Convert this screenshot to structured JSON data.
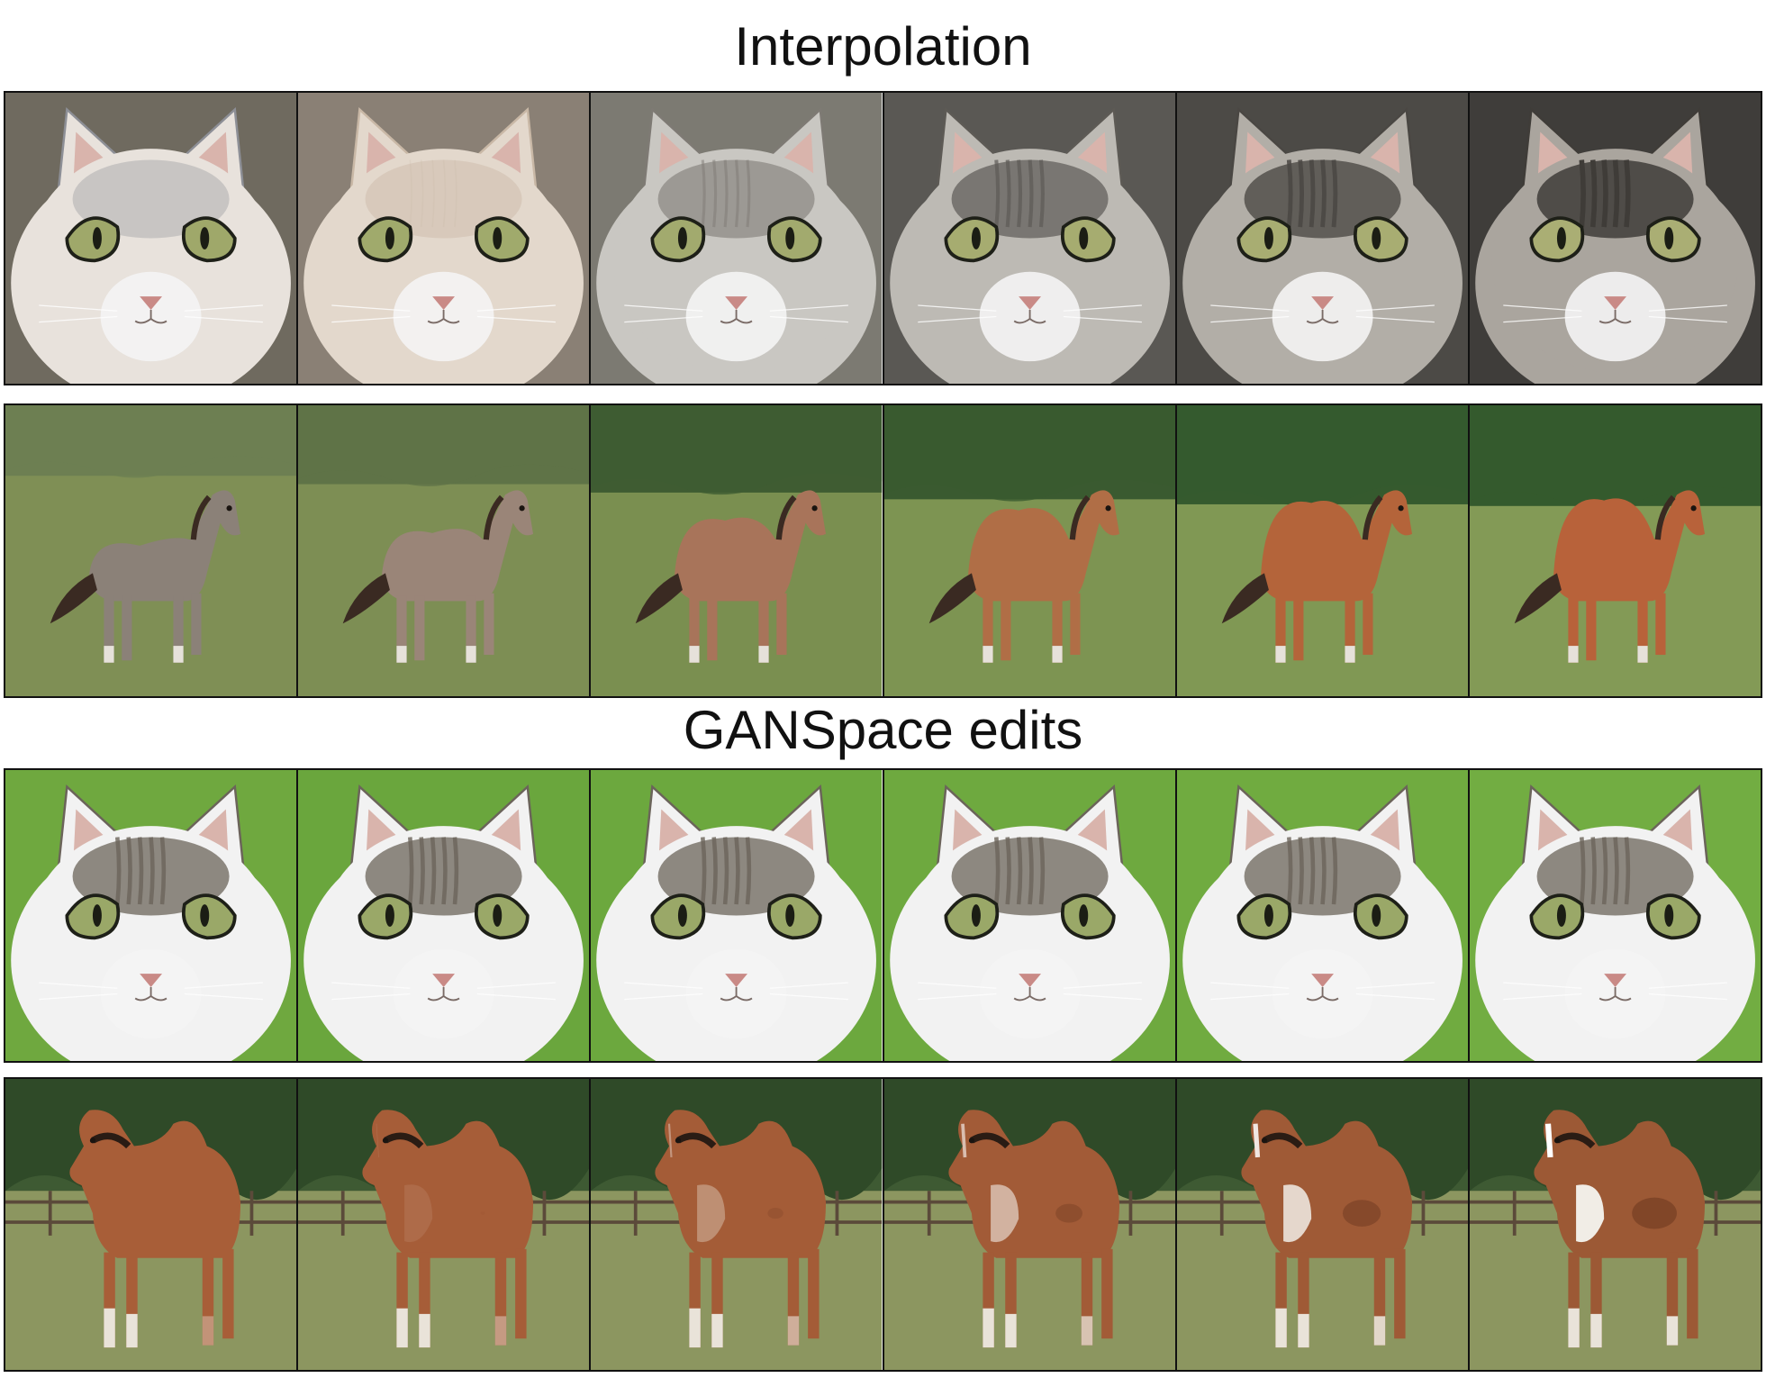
{
  "headings": {
    "interpolation": "Interpolation",
    "ganspace": "GANSpace edits"
  },
  "rows": [
    {
      "name": "cat-interpolation",
      "kind": "cat",
      "frames": [
        {
          "bg": "#6f6a5f",
          "fur": "#e8e2dc",
          "mark": "#8d8f96",
          "stripes": 0,
          "eye": "#9fa86a"
        },
        {
          "bg": "#8a8075",
          "fur": "#e3d8cc",
          "mark": "#c9b8a6",
          "stripes": 0.2,
          "eye": "#a0aa6c"
        },
        {
          "bg": "#7c7a72",
          "fur": "#c9c7c2",
          "mark": "#7e7a74",
          "stripes": 0.5,
          "eye": "#a2aa6e"
        },
        {
          "bg": "#5a5854",
          "fur": "#bdbab4",
          "mark": "#5d5a55",
          "stripes": 0.7,
          "eye": "#a6ac70"
        },
        {
          "bg": "#4c4a46",
          "fur": "#b2aea7",
          "mark": "#4a4743",
          "stripes": 0.85,
          "eye": "#a8ad72"
        },
        {
          "bg": "#3f3d3a",
          "fur": "#aaa59e",
          "mark": "#3f3c38",
          "stripes": 1,
          "eye": "#aaae74"
        }
      ]
    },
    {
      "name": "horse-interpolation",
      "kind": "horse",
      "frames": [
        {
          "sky": "#6d7f52",
          "grass": "#7f8f55",
          "body": "#8b8178",
          "hump": 0.1
        },
        {
          "sky": "#5f7347",
          "grass": "#7d8e54",
          "body": "#9a8578",
          "hump": 0.35
        },
        {
          "sky": "#3f5c32",
          "grass": "#7a8f50",
          "body": "#a8745a",
          "hump": 0.6
        },
        {
          "sky": "#3a5a30",
          "grass": "#7d9452",
          "body": "#b06e46",
          "hump": 0.8
        },
        {
          "sky": "#355a2e",
          "grass": "#809854",
          "body": "#b4643a",
          "hump": 0.95
        },
        {
          "sky": "#345a2d",
          "grass": "#839a56",
          "body": "#b8623a",
          "hump": 1
        }
      ]
    },
    {
      "name": "cat-ganspace",
      "kind": "cat",
      "frames": [
        {
          "bg": "#6fa83f",
          "fur": "#f2f2f2",
          "mark": "#6b645a",
          "stripes": 0.8,
          "eye": "#9aa868"
        },
        {
          "bg": "#6aa63d",
          "fur": "#f2f2f2",
          "mark": "#6b645a",
          "stripes": 0.8,
          "eye": "#9aa868"
        },
        {
          "bg": "#6ca83e",
          "fur": "#f2f2f2",
          "mark": "#6b645a",
          "stripes": 0.8,
          "eye": "#9aa868"
        },
        {
          "bg": "#6ea93f",
          "fur": "#f2f2f2",
          "mark": "#6b645a",
          "stripes": 0.8,
          "eye": "#9aa868"
        },
        {
          "bg": "#70ab40",
          "fur": "#f2f2f2",
          "mark": "#6b645a",
          "stripes": 0.8,
          "eye": "#9aa868"
        },
        {
          "bg": "#72ad42",
          "fur": "#f2f2f2",
          "mark": "#6b645a",
          "stripes": 0.8,
          "eye": "#9aa868"
        }
      ]
    },
    {
      "name": "horse-ganspace",
      "kind": "horse2",
      "frames": [
        {
          "sky": "#3e5a33",
          "grass": "#8c9660",
          "body": "#a85e38",
          "patches": 0
        },
        {
          "sky": "#3e5a33",
          "grass": "#8c9660",
          "body": "#a65d38",
          "patches": 0.1
        },
        {
          "sky": "#3e5a33",
          "grass": "#8c9660",
          "body": "#a45c37",
          "patches": 0.35
        },
        {
          "sky": "#3e5a33",
          "grass": "#8c9660",
          "body": "#a25b37",
          "patches": 0.6
        },
        {
          "sky": "#3e5a33",
          "grass": "#8c9660",
          "body": "#9f5a36",
          "patches": 0.85
        },
        {
          "sky": "#3e5a33",
          "grass": "#8c9660",
          "body": "#9c5935",
          "patches": 1
        }
      ]
    }
  ]
}
